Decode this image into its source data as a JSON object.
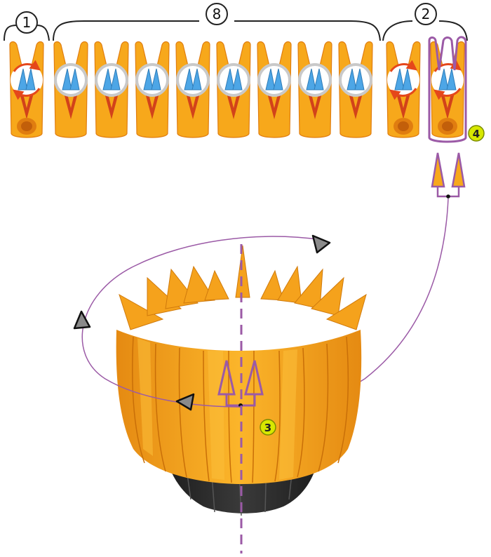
{
  "groups": [
    {
      "count_label": "1",
      "piece_kind": "rotated-piece"
    },
    {
      "count_label": "8",
      "piece_kind": "standard-piece"
    },
    {
      "count_label": "2",
      "piece_kind": "rotated-piece"
    }
  ],
  "step_badges": [
    {
      "label": "4",
      "color": "#d7e800"
    },
    {
      "label": "3",
      "color": "#d7e800"
    }
  ],
  "colors": {
    "piece_orange": "#f7a81b",
    "piece_shadow": "#e07d10",
    "inner_red": "#d2421a",
    "tip_blue": "#4da6e6",
    "highlight_purple": "#9b5aa6",
    "rotation_arrow": "#e5471b",
    "model_black": "#2a2a2a",
    "guide_line": "#9b5aa6"
  },
  "icons": [
    "rotate-arrows-icon",
    "circle-outline-icon",
    "direction-arrow-icon"
  ]
}
